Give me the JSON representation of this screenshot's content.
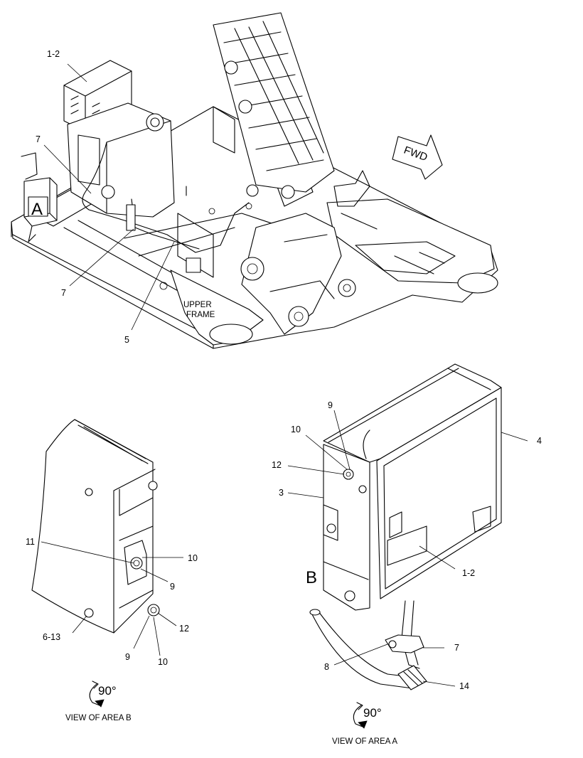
{
  "main_view": {
    "callouts": {
      "c1_2": "1-2",
      "c7_upper": "7",
      "c7_lower": "7",
      "c5": "5"
    },
    "area_tag_a": "A",
    "frame_label_line1": "UPPER",
    "frame_label_line2": "FRAME",
    "direction_arrow": "FWD"
  },
  "view_area_b": {
    "callouts": {
      "c11": "11",
      "c10_upper": "10",
      "c9_upper": "9",
      "c6_13": "6-13",
      "c12": "12",
      "c9_lower": "9",
      "c10_lower": "10"
    },
    "rotation": "90°",
    "caption": "VIEW OF AREA B"
  },
  "view_area_a": {
    "callouts": {
      "c9": "9",
      "c10": "10",
      "c12": "12",
      "c3": "3",
      "c4": "4",
      "c1_2": "1-2",
      "c7": "7",
      "c8": "8",
      "c14": "14"
    },
    "area_tag_b": "B",
    "rotation": "90°",
    "caption": "VIEW OF AREA A"
  },
  "icons": [
    "rotation-arrow-icon",
    "fwd-arrow-icon"
  ],
  "colors": {
    "ink": "#000000",
    "paper": "#ffffff"
  }
}
